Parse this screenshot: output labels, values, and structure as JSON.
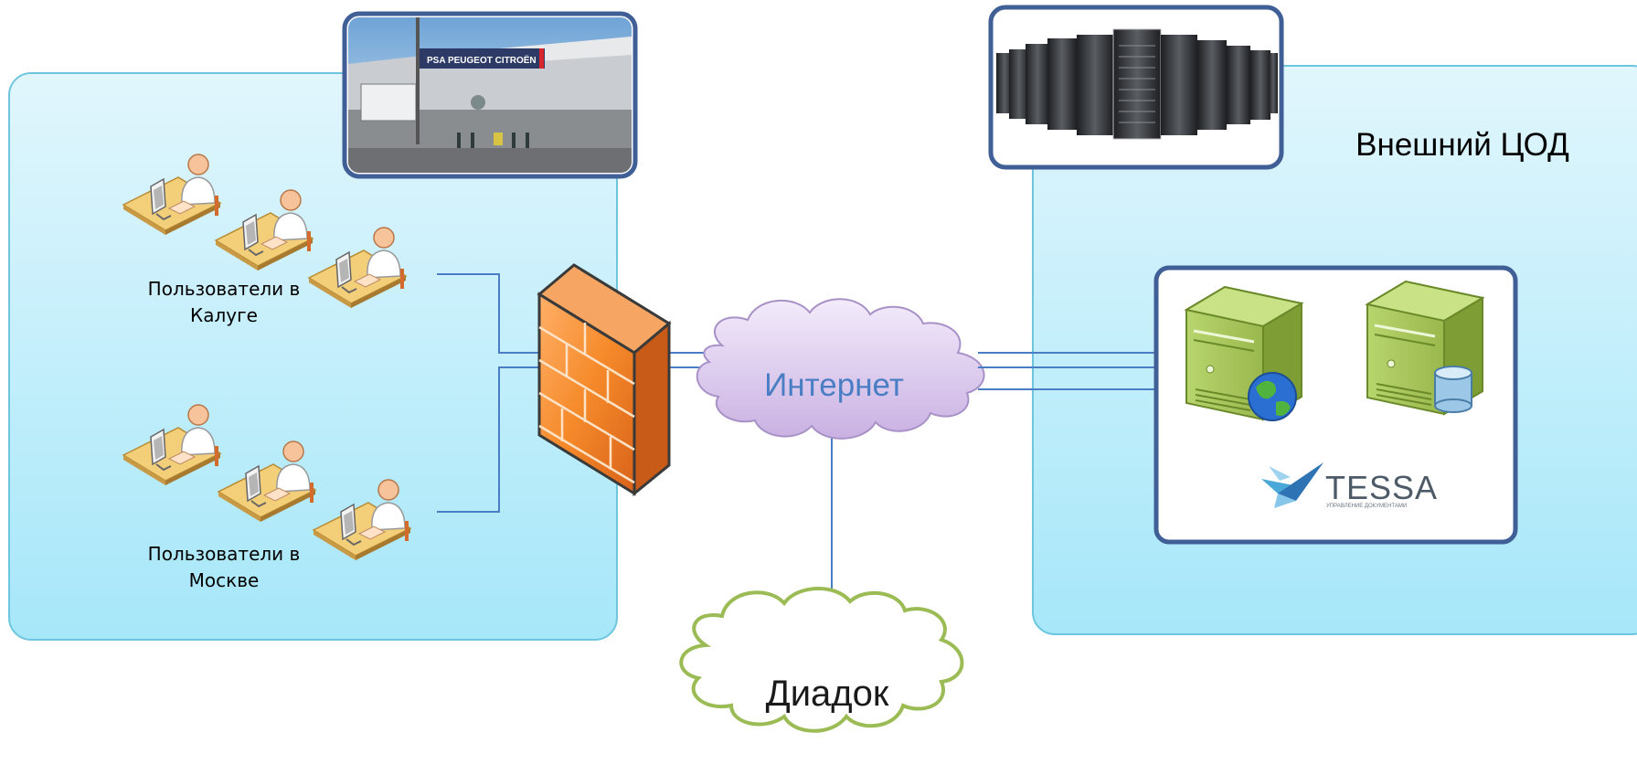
{
  "left_zone": {
    "photo": "PSA PEUGEOT CITROËN",
    "group_kaluga": "Пользователи в\nКалуге",
    "group_moscow": "Пользователи в\nМоскве"
  },
  "center": {
    "internet": "Интернет",
    "diadoc": "Диадок"
  },
  "right_zone": {
    "title": "Внешний ЦОД",
    "tessa_logo": "TESSA",
    "tessa_sub": "УПРАВЛЕНИЕ ДОКУМЕНТАМИ"
  },
  "colors": {
    "zone_fill_top": "#dff6fd",
    "zone_fill_bottom": "#a8e8f9",
    "frame": "#3f5f96",
    "link": "#4a7ec4",
    "firewall": "#f07f22",
    "cloud_internet": "#d9c6ea",
    "cloud_diadoc_stroke": "#9bbb54",
    "server": "#9fbe54",
    "internet_text": "#4a7ec4"
  },
  "icons": [
    "user-workstation-icon",
    "firewall-icon",
    "internet-cloud-icon",
    "web-server-icon",
    "db-server-icon",
    "globe-icon",
    "database-icon",
    "server-rack-icon"
  ]
}
